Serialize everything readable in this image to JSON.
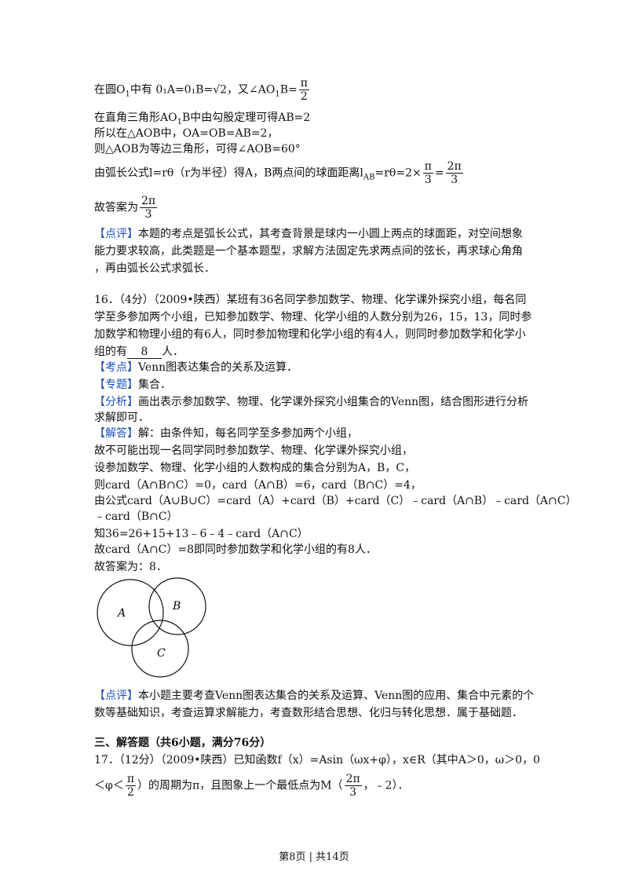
{
  "sol15": {
    "l1a": "在圆O",
    "l1sub": "1",
    "l1b": "中有 ",
    "l1math": "0₁A=0₁B=√2",
    "l1c": "，又∠AO",
    "l1sub2": "1",
    "l1d": "B=",
    "l1num": "π",
    "l1den": "2",
    "l2a": "在直角三角形AO",
    "l2sub": "1",
    "l2b": "B中由勾股定理可得AB=2",
    "l3": "所以在△AOB中，OA=OB=AB=2，",
    "l4": "则△AOB为等边三角形，可得∠AOB=60°",
    "l5a": "由弧长公式l=rθ（r为半径）得A，B两点间的球面距离l",
    "l5sub": "AB",
    "l5b": "=rθ=2×",
    "l5num1": "π",
    "l5den1": "3",
    "l5c": "=",
    "l5num2": "2π",
    "l5den2": "3",
    "l6a": "故答案为",
    "l6num": "2π",
    "l6den": "3",
    "review_tag": "【点评】",
    "review_l1": "本题的考点是弧长公式，其考查背景是球内一小圆上两点的球面距，对空间想象",
    "review_l2": "能力要求较高，此类题是一个基本题型，求解方法固定先求两点间的弦长，再求球心角角",
    "review_l3": "，再由弧长公式求弧长．"
  },
  "q16": {
    "l1": "16．（4分）（2009•陕西）某班有36名同学参加数学、物理、化学课外探究小组，每名同",
    "l2": "学至多参加两个小组，已知参加数学、物理、化学小组的人数分别为26，15，13，同时参",
    "l3": "加数学和物理小组的有6人，同时参加物理和化学小组的有4人，则同时参加数学和化学小",
    "l4a": "组的有",
    "answer": "8",
    "l4b": "人．",
    "kaodian_tag": "【考点】",
    "kaodian": "Venn图表达集合的关系及运算．",
    "zhuanti_tag": "【专题】",
    "zhuanti": "集合．",
    "fenxi_tag": "【分析】",
    "fenxi_l1": "画出表示参加数学、物理、化学课外探究小组集合的Venn图，结合图形进行分析",
    "fenxi_l2": "求解即可．",
    "jieda_tag": "【解答】",
    "jieda_l1": "解：由条件知，每名同学至多参加两个小组，",
    "s1": "故不可能出现一名同学同时参加数学、物理、化学课外探究小组，",
    "s2": "设参加数学、物理、化学小组的人数构成的集合分别为A，B，C，",
    "s3": "则card（A∩B∩C）=0，card（A∩B）=6，card（B∩C）=4，",
    "s4": "由公式card（A∪B∪C）=card（A）+card（B）+card（C）﹣card（A∩B）﹣card（A∩C）",
    "s5": "﹣card（B∩C）",
    "s6": "知36=26+15+13﹣6﹣4﹣card（A∩C）",
    "s7": "故card（A∩C）=8即同时参加数学和化学小组的有8人．",
    "s8": "故答案为：8．",
    "venn": {
      "a": "A",
      "b": "B",
      "c": "C"
    },
    "review_tag": "【点评】",
    "review_l1": "本小题主要考查Venn图表达集合的关系及运算、Venn图的应用、集合中元素的个",
    "review_l2": "数等基础知识，考查运算求解能力，考查数形结合思想、化归与转化思想．属于基础题．"
  },
  "section3": "三、解答题（共6小题，满分76分）",
  "q17": {
    "l1": "17．（12分）（2009•陕西）已知函数f（x）=Asin（ωx+φ），x∈R（其中A＞0，ω＞0，0",
    "l2a": "＜φ＜",
    "l2num": "π",
    "l2den": "2",
    "l2b": "）的周期为π，且图象上一个最低点为M（",
    "l2num2": "2π",
    "l2den2": "3",
    "l2c": "，﹣2）．"
  },
  "footer": "第8页 | 共14页",
  "colors": {
    "tag": "#1c4fbf",
    "text": "#111111"
  }
}
